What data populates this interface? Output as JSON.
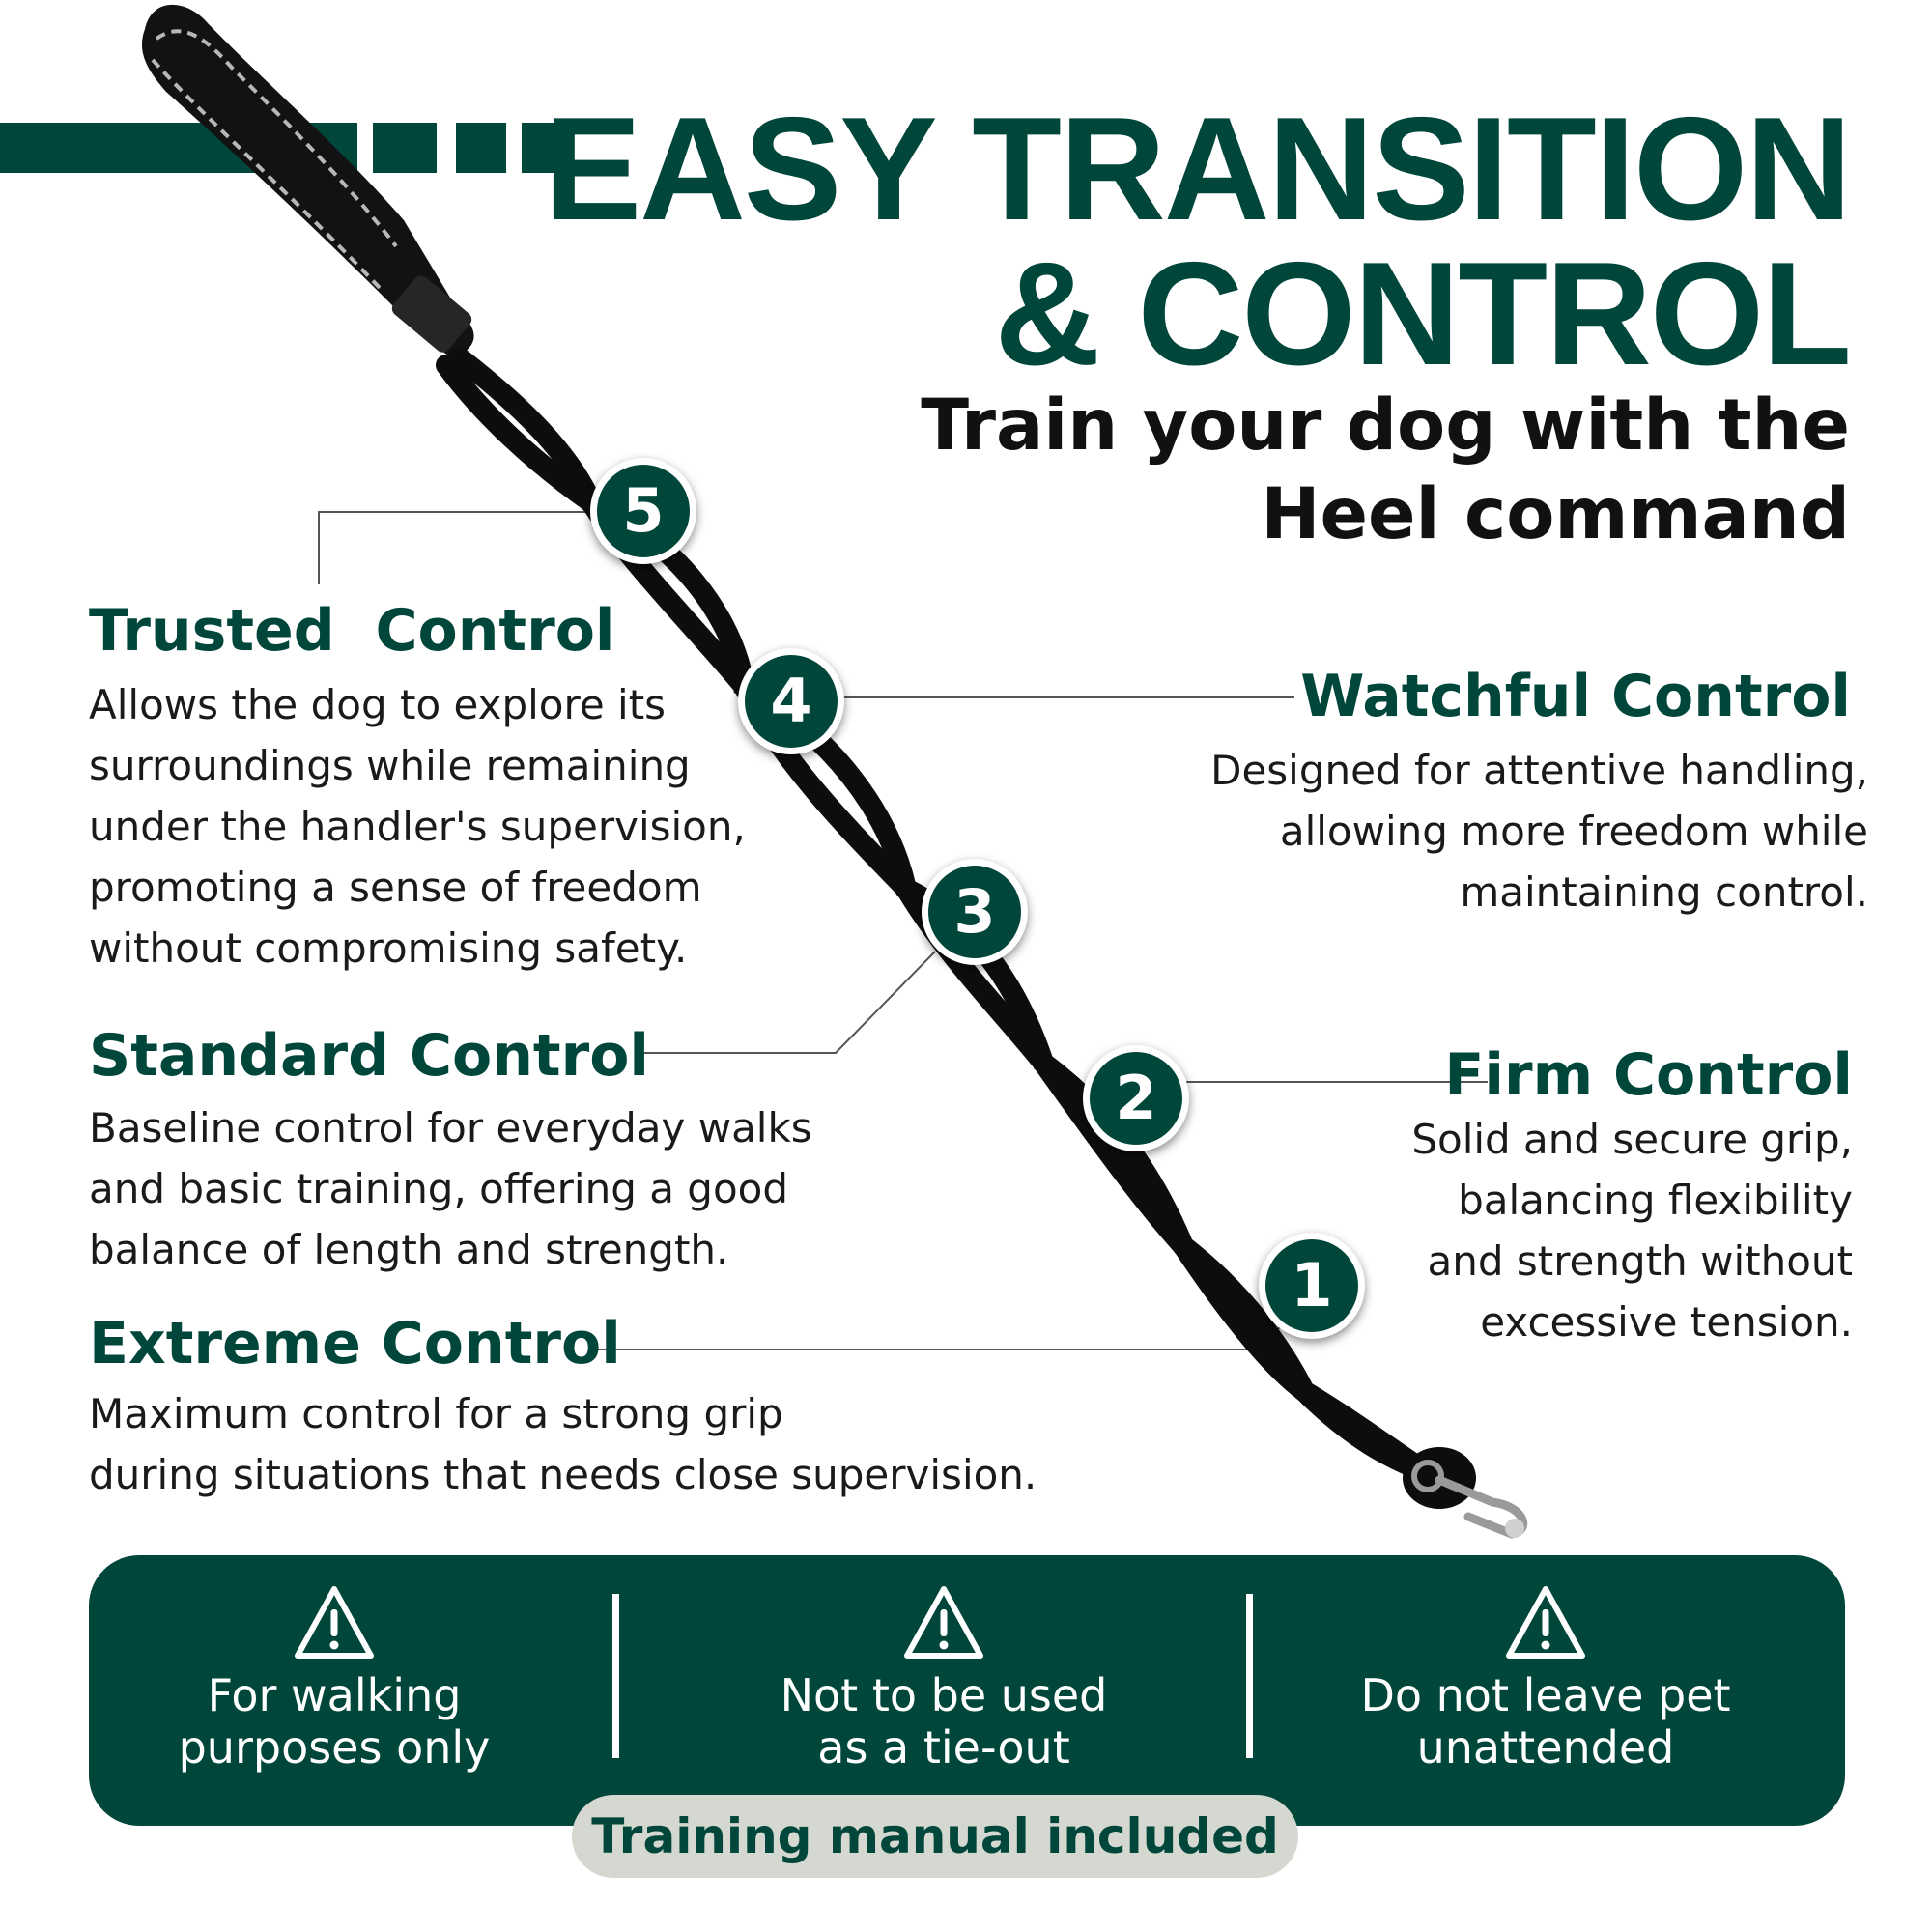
{
  "header": {
    "title_line1": "EASY TRANSITION",
    "title_line2": "& CONTROL",
    "subtitle_line1": "Train your dog with the",
    "subtitle_line2": "Heel command"
  },
  "colors": {
    "brand_green": "#00463a",
    "leash": "#0d0d0d",
    "pill_bg": "#d4d8d0",
    "connector": "#555555"
  },
  "controls": [
    {
      "number": "5",
      "title": "Trusted  Control",
      "lines": [
        "Allows the dog to explore its",
        "surroundings while remaining",
        "under the handler's supervision,",
        "promoting a sense of freedom",
        "without compromising safety."
      ]
    },
    {
      "number": "4",
      "title": "Watchful Control",
      "lines": [
        "Designed for attentive handling,",
        "allowing more freedom while",
        "maintaining control."
      ]
    },
    {
      "number": "3",
      "title": "Standard Control",
      "lines": [
        "Baseline control for everyday walks",
        "and basic training, offering a good",
        "balance of length and strength."
      ]
    },
    {
      "number": "2",
      "title": "Firm Control",
      "lines": [
        "Solid and secure grip,",
        "balancing flexibility",
        "and strength without",
        "excessive tension."
      ]
    },
    {
      "number": "1",
      "title": "Extreme Control",
      "lines": [
        "Maximum control for a strong grip",
        "during situations that needs close supervision."
      ]
    }
  ],
  "warnings": [
    {
      "icon": "warning-triangle-icon",
      "lines": [
        "For walking",
        "purposes only"
      ]
    },
    {
      "icon": "warning-triangle-icon",
      "lines": [
        "Not to be used",
        "as a tie-out"
      ]
    },
    {
      "icon": "warning-triangle-icon",
      "lines": [
        "Do not leave pet",
        "unattended"
      ]
    }
  ],
  "pill": "Training manual included"
}
